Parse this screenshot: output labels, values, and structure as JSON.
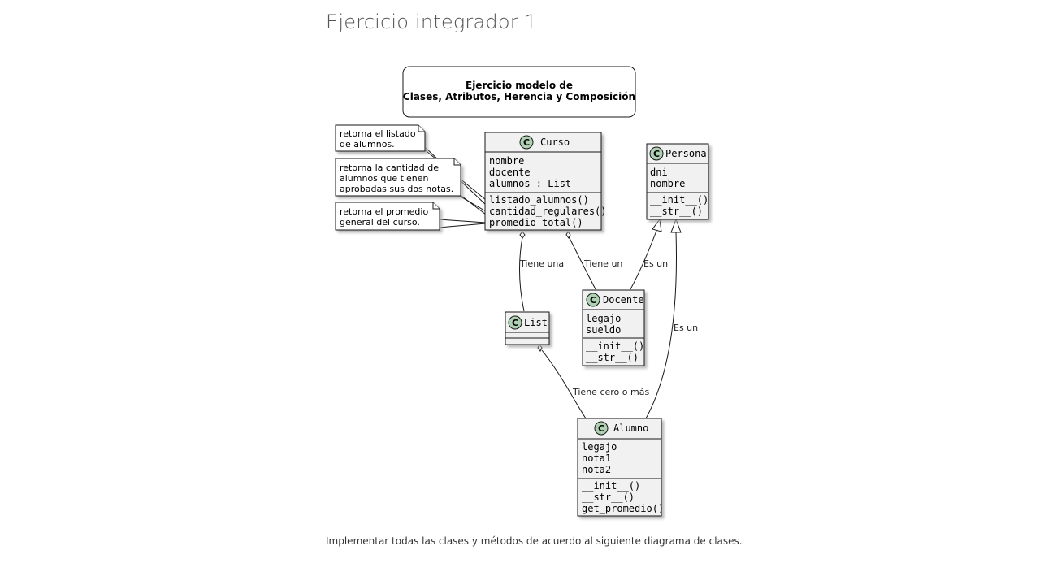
{
  "page": {
    "title": "Ejercicio integrador 1",
    "caption": "Implementar todas las clases y métodos de acuerdo al siguiente diagrama de clases."
  },
  "diagram": {
    "title_lines": [
      "Ejercicio modelo de",
      "Clases, Atributos, Herencia y Composición"
    ],
    "class_marker": "C",
    "classes": {
      "curso": {
        "name": "Curso",
        "attributes": [
          "nombre",
          "docente",
          "alumnos : List"
        ],
        "methods": [
          "listado_alumnos()",
          "cantidad_regulares()",
          "promedio_total()"
        ]
      },
      "persona": {
        "name": "Persona",
        "attributes": [
          "dni",
          "nombre"
        ],
        "methods": [
          "__init__()",
          "__str__()"
        ]
      },
      "docente": {
        "name": "Docente",
        "attributes": [
          "legajo",
          "sueldo"
        ],
        "methods": [
          "__init__()",
          "__str__()"
        ]
      },
      "list": {
        "name": "List",
        "attributes": [],
        "methods": []
      },
      "alumno": {
        "name": "Alumno",
        "attributes": [
          "legajo",
          "nota1",
          "nota2"
        ],
        "methods": [
          "__init__()",
          "__str__()",
          "get_promedio()"
        ]
      }
    },
    "notes": {
      "listado": [
        "retorna el listado",
        "de alumnos."
      ],
      "cantidad": [
        "retorna la cantidad de",
        "alumnos que tienen",
        "aprobadas sus dos notas."
      ],
      "promedio": [
        "retorna el promedio",
        "general del curso."
      ]
    },
    "relations": {
      "curso_list": "Tiene una",
      "curso_docente": "Tiene un",
      "docente_persona": "Es un",
      "alumno_persona": "Es un",
      "list_alumno": "Tiene cero o más"
    },
    "colors": {
      "class_fill": "#f1f1f1",
      "border": "#181818",
      "note_fill": "#ffffff",
      "shadow": "#a8a8a8",
      "marker_fill": "#add1b2",
      "line": "#181818"
    }
  }
}
